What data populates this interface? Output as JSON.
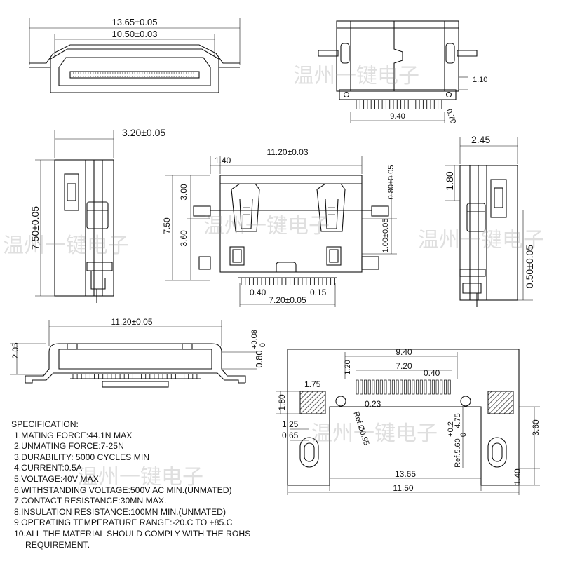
{
  "watermark": "温州一键电子",
  "dimensions": {
    "top_width_overall": "13.65±0.05",
    "top_width_inner": "10.50±0.03",
    "tr_pitch_total": "9.40",
    "tr_height": "1.10",
    "tr_pin": "0.70",
    "side_width": "3.20±0.05",
    "side_height": "7.50±0.05",
    "main_width": "11.20±0.03",
    "main_offset": "1.40",
    "main_upper": "3.00",
    "main_total": "7.50",
    "main_lower": "3.60",
    "main_right_top": "0.80±0.05",
    "main_right_mid": "1.00±0.05",
    "main_pin_gap": "0.40",
    "main_pin_w": "0.15",
    "main_pin_span": "7.20±0.05",
    "rside_width": "2.45",
    "rside_top": "1.80",
    "rside_bottom": "0.50±0.05",
    "bottom_width": "11.20±0.05",
    "bottom_height": "2.05",
    "bottom_tol": "0.80",
    "bottom_tol_plus": "+0.08",
    "bottom_tol_minus": "0",
    "pcb_pitch_total": "9.40",
    "pcb_pin_len": "1.20",
    "pcb_pin_span": "7.20",
    "pcb_pin_pitch": "0.40",
    "pcb_pad_w": "1.75",
    "pcb_pad_h": "1.80",
    "pcb_pin_w": "0.23",
    "pcb_ref_hole": "Ref.Ø0.95",
    "pcb_left_125": "1.25",
    "pcb_left_065": "0.65",
    "pcb_475": "4.75",
    "pcb_ref_560": "Ref.5.60",
    "pcb_560_plus": "+0.2",
    "pcb_560_minus": "0",
    "pcb_360": "3.60",
    "pcb_140": "1.40",
    "pcb_1365": "13.65",
    "pcb_1150": "11.50"
  },
  "specification": {
    "title": "SPECIFICATION:",
    "items": [
      "1.MATING FORCE:44.1N MAX",
      "2.UNMATING FORCE:7-25N",
      "3.DURABILITY: 5000 CYCLES MIN",
      "4.CURRENT:0.5A",
      "5.VOLTAGE:40V MAX",
      "6.WITHSTANDING VOLTAGE:500V AC MIN.(UNMATED)",
      "7.CONTACT RESISTANCE:30MN MAX.",
      "8.INSULATION RESISTANCE:100MN MIN.(UNMATED)",
      "9.OPERATING TEMPERATURE RANGE:-20.C TO +85.C",
      "10.ALL THE MATERIAL SHOULD COMPLY WITH THE ROHS"
    ],
    "continuation": "REQUIREMENT."
  }
}
